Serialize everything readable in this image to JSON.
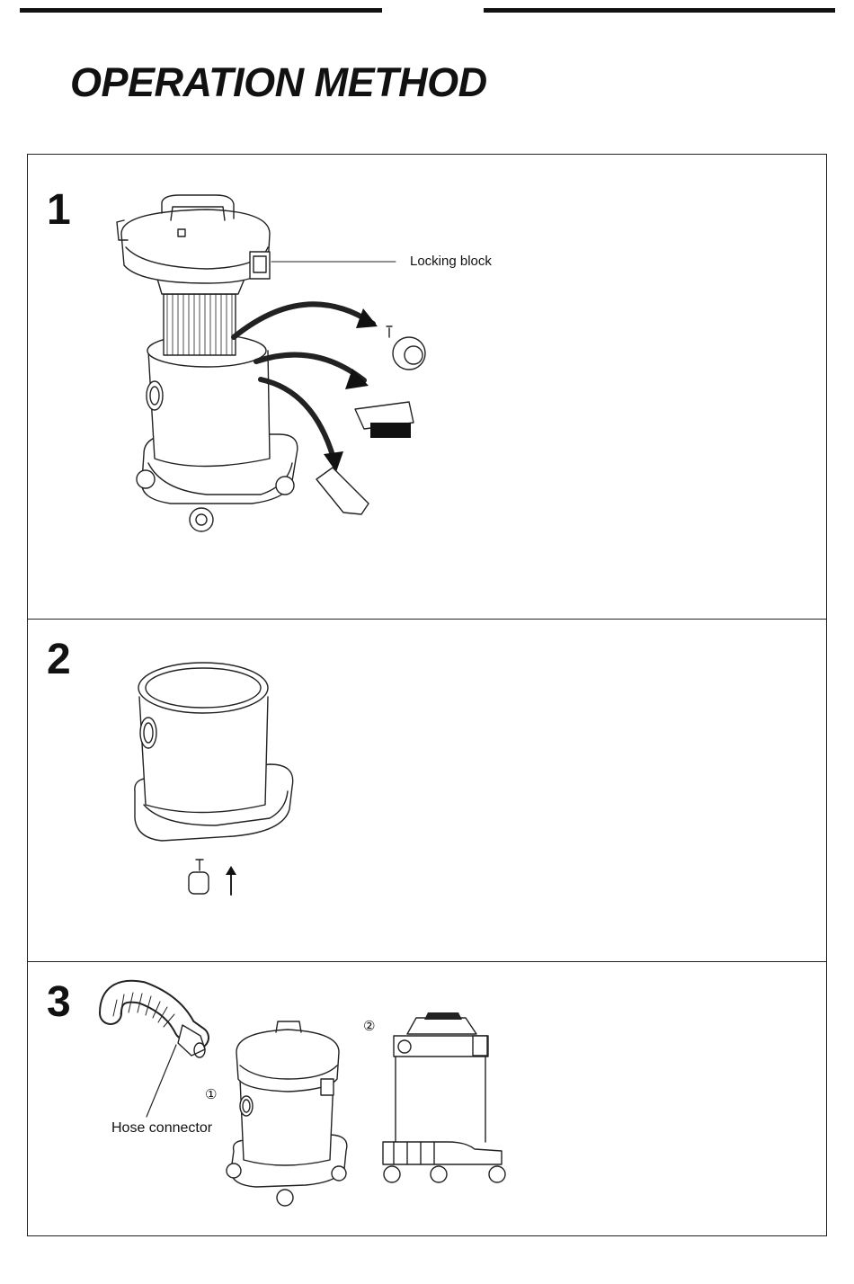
{
  "page": {
    "title": "OPERATION METHOD"
  },
  "steps": [
    {
      "number": "1",
      "callouts": {
        "locking_block": "Locking block"
      }
    },
    {
      "number": "2"
    },
    {
      "number": "3",
      "callouts": {
        "hose_connector": "Hose connector",
        "marker_1": "①",
        "marker_2": "②"
      }
    }
  ],
  "icons": [
    "vacuum-cleaner-icon",
    "caster-wheel-icon",
    "brush-nozzle-icon",
    "crevice-tool-icon",
    "hose-icon",
    "arrow-icon"
  ]
}
